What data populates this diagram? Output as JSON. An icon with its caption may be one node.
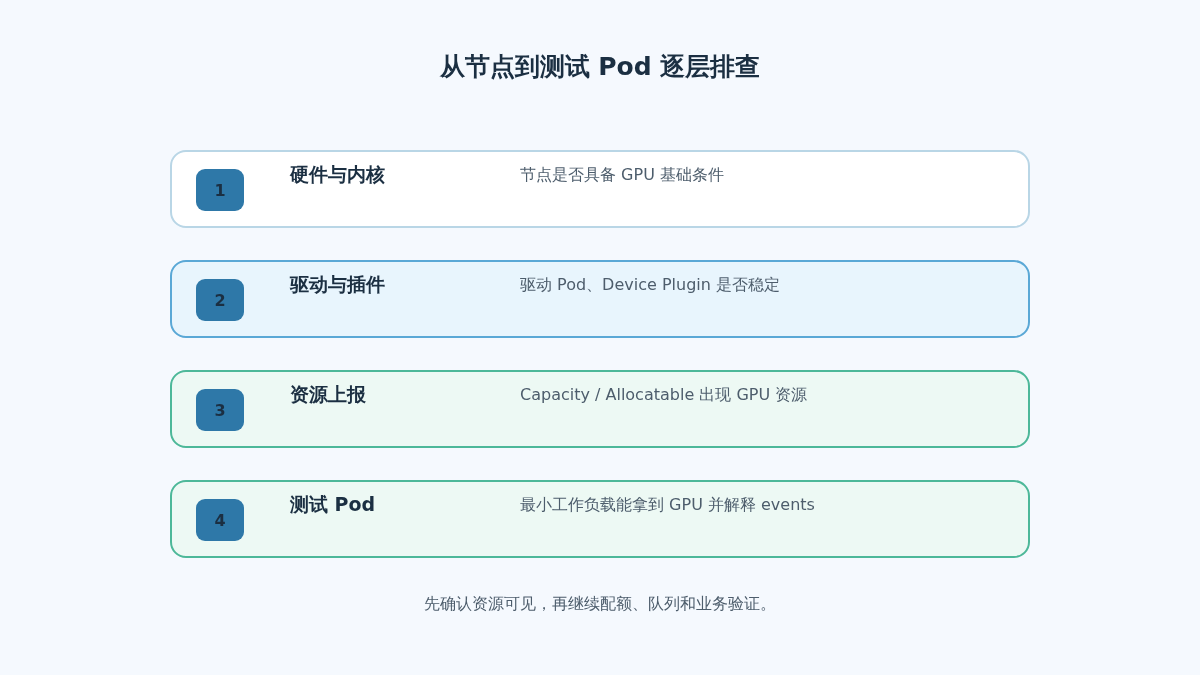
{
  "diagram": {
    "title": "从节点到测试 Pod 逐层排查",
    "nodes": [
      {
        "text": [
          "硬件与内核",
          "节点是否具备 GPU 基础条件"
        ]
      },
      {
        "text": [
          "1"
        ],
        "in": 0
      },
      {
        "text": [
          "驱动与插件",
          "驱动 Pod、Device Plugin 是否稳定"
        ]
      },
      {
        "text": [
          "2"
        ],
        "in": 2
      },
      {
        "text": [
          "资源上报",
          "Capacity / Allocatable 出现 GPU 资源"
        ]
      },
      {
        "text": [
          "3"
        ],
        "in": 4
      },
      {
        "text": [
          "测试 Pod",
          "最小工作负载能拿到 GPU 并解释 events"
        ]
      },
      {
        "text": [
          "4"
        ],
        "in": 6
      }
    ],
    "caption": "先确认资源可见，再继续配额、队列和业务验证。"
  }
}
